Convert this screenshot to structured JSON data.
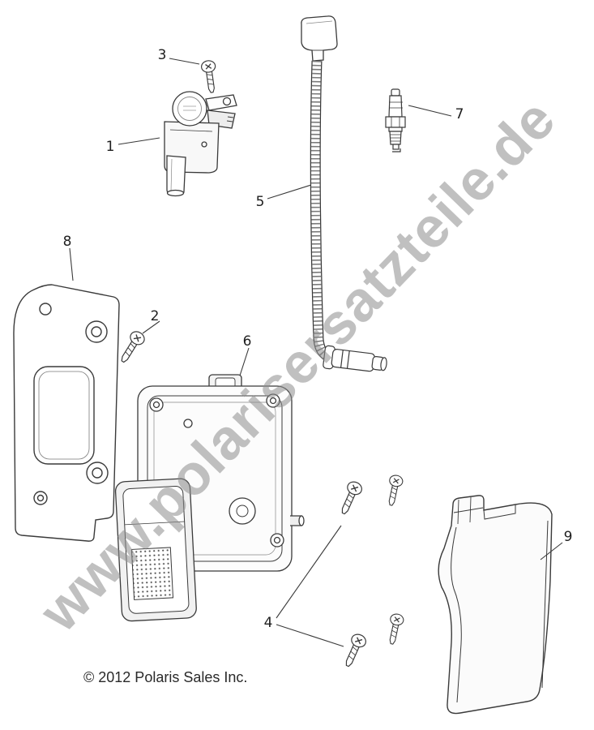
{
  "page": {
    "watermark": "www.polarisersatzteile.de",
    "copyright": "© 2012 Polaris Sales Inc."
  },
  "callouts": [
    {
      "label": "1"
    },
    {
      "label": "2"
    },
    {
      "label": "3"
    },
    {
      "label": "4"
    },
    {
      "label": "5"
    },
    {
      "label": "6"
    },
    {
      "label": "7"
    },
    {
      "label": "8"
    },
    {
      "label": "9"
    }
  ],
  "colors": {
    "line": "#3a3a3a",
    "watermark": "#8c8c8c",
    "background": "#ffffff"
  }
}
